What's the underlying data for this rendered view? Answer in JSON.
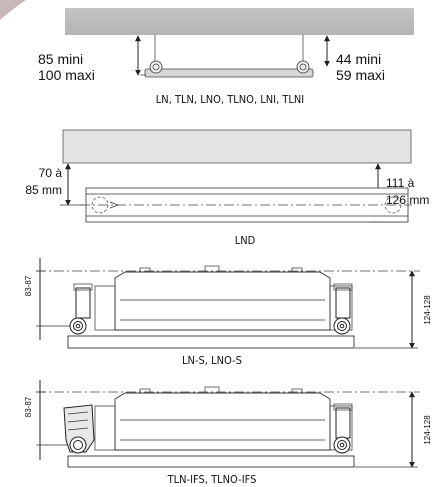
{
  "section1": {
    "left_label_line1": "85 mini",
    "left_label_line2": "100 maxi",
    "right_label_line1": "44 mini",
    "right_label_line2": "59 maxi",
    "caption": "LN, TLN, LNO, TLNO, LNI, TLNI"
  },
  "section2": {
    "left_label_line1": "70 à",
    "left_label_line2": "85 mm",
    "right_label_line1": "111 à",
    "right_label_line2": "126 mm",
    "caption": "LND"
  },
  "section3": {
    "left_dim": "83-87",
    "right_dim": "124-128",
    "caption": "LN-S, LNO-S"
  },
  "section4": {
    "left_dim": "83-87",
    "right_dim": "124-128",
    "caption": "TLN-IFS, TLNO-IFS"
  }
}
